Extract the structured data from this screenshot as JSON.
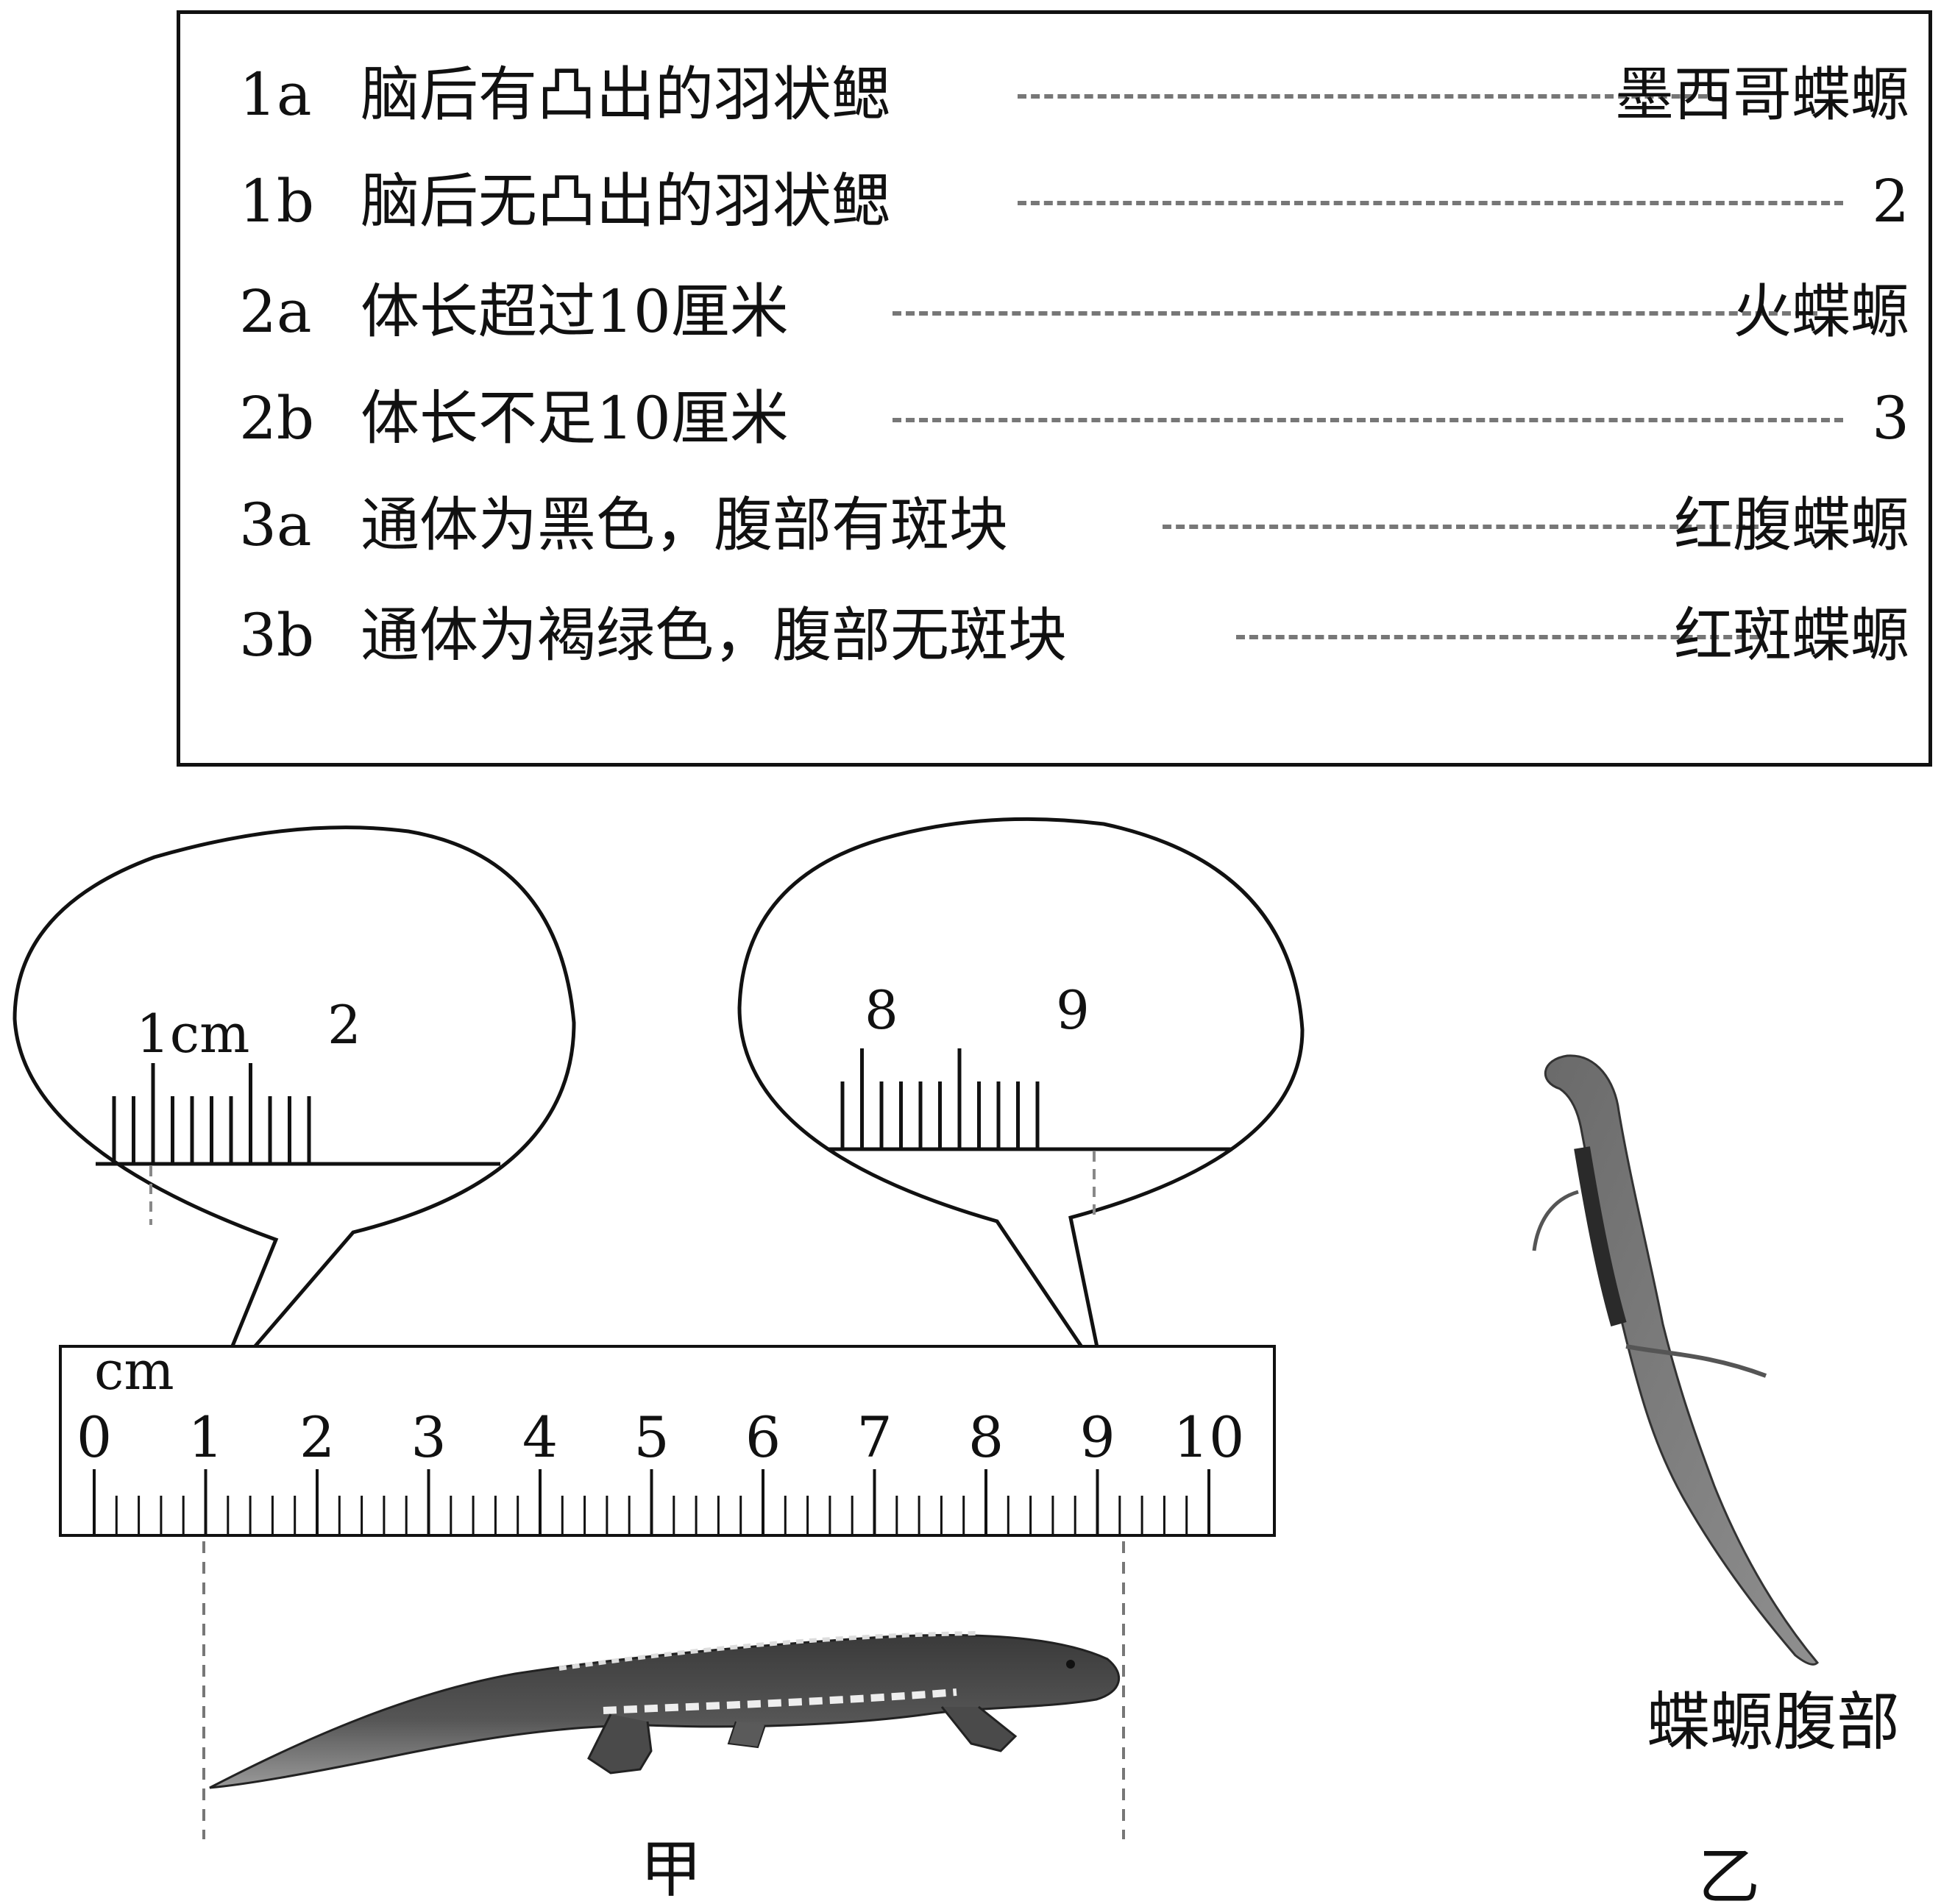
{
  "key": {
    "rows": [
      {
        "code": "1a",
        "text": "脑后有凸出的羽状鳃",
        "result": "墨西哥蝶螈"
      },
      {
        "code": "1b",
        "text": "脑后无凸出的羽状鳃",
        "result": "2"
      },
      {
        "code": "2a",
        "text": "体长超过10厘米",
        "result": "火蝶螈"
      },
      {
        "code": "2b",
        "text": "体长不足10厘米",
        "result": "3"
      },
      {
        "code": "3a",
        "text": "通体为黑色，腹部有斑块",
        "result": "红腹蝶螈"
      },
      {
        "code": "3b",
        "text": "通体为褐绿色，腹部无斑块",
        "result": "红斑蝶螈"
      }
    ]
  },
  "ruler": {
    "unit": "cm",
    "labels": [
      "0",
      "1",
      "2",
      "3",
      "4",
      "5",
      "6",
      "7",
      "8",
      "9",
      "10"
    ]
  },
  "zoom_left": {
    "labels": [
      "1cm",
      "2"
    ]
  },
  "zoom_right": {
    "labels": [
      "8",
      "9"
    ]
  },
  "captions": {
    "figure_a": "甲",
    "figure_b": "乙",
    "belly_label": "蝶螈腹部"
  }
}
